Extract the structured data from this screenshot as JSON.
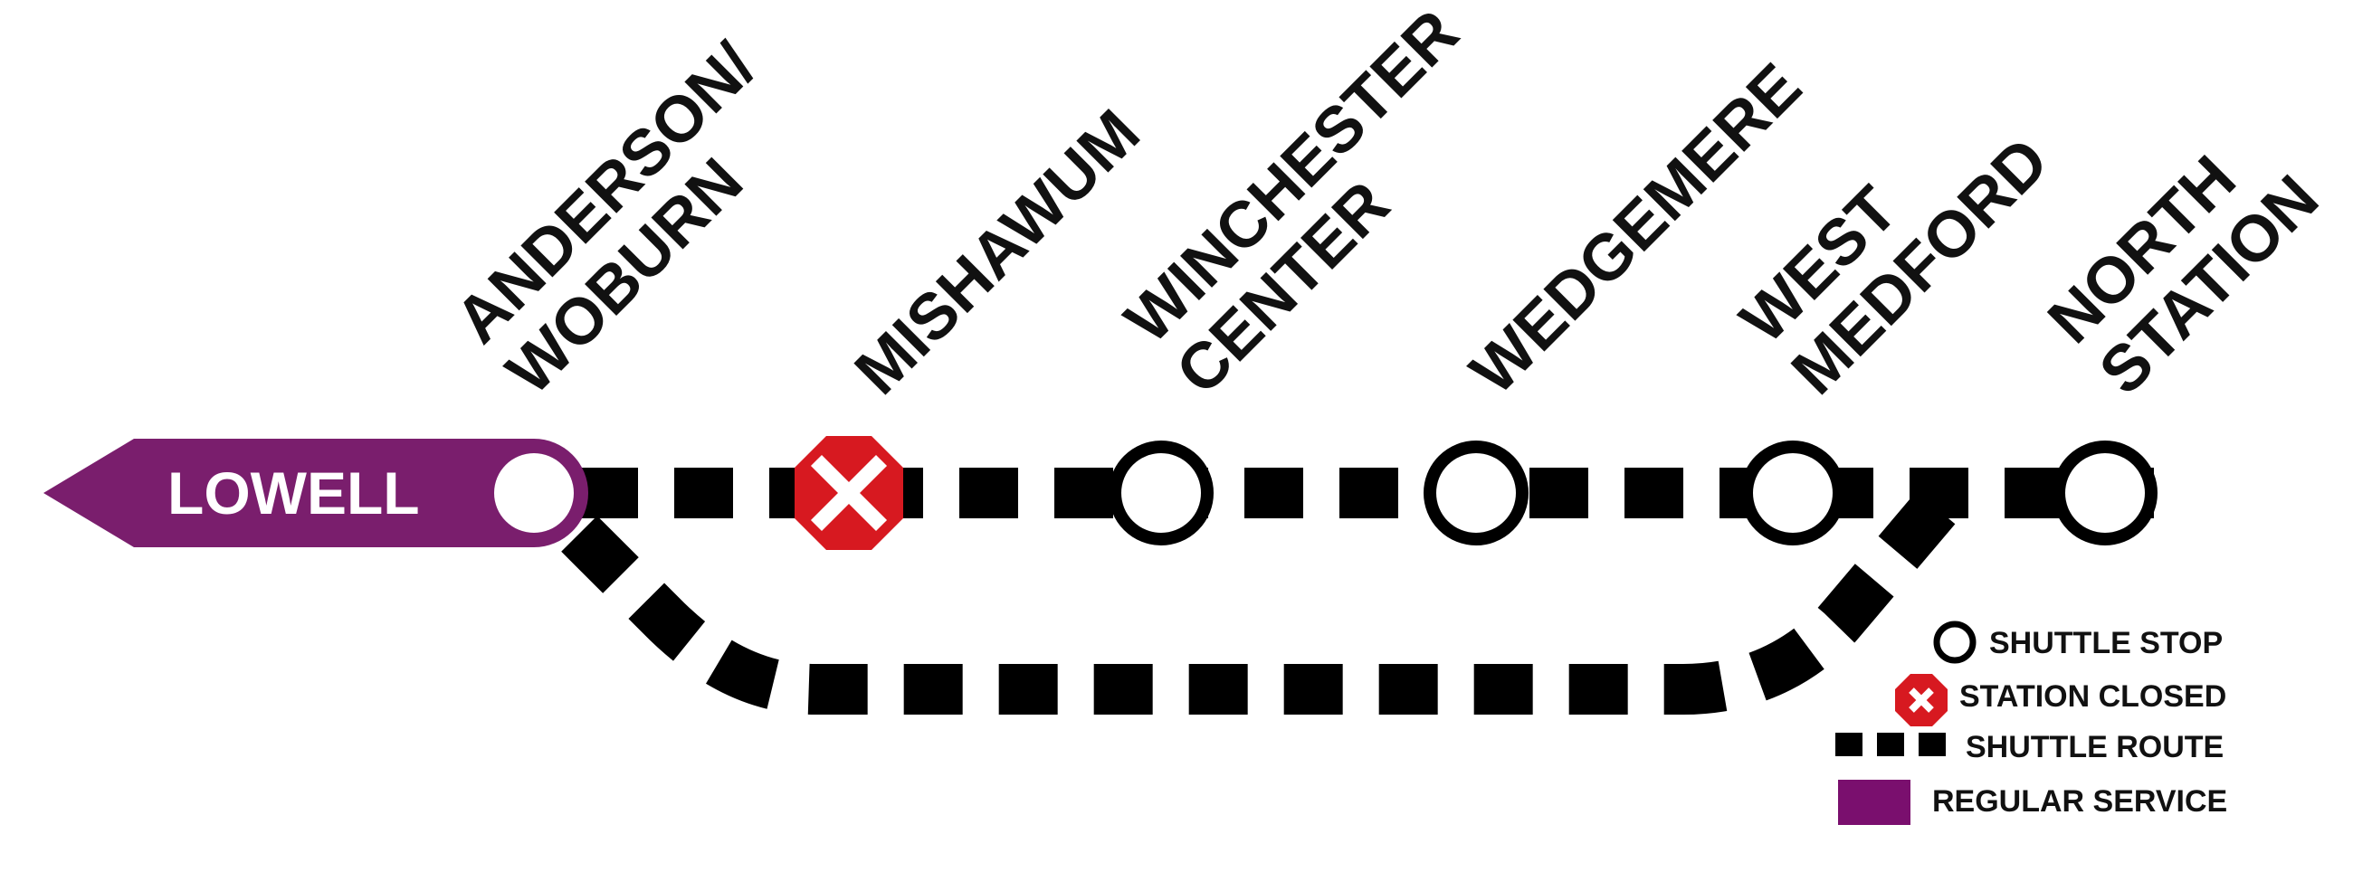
{
  "colors": {
    "regular_service": "#7a1e6d",
    "closed": "#d71920",
    "route": "#000000"
  },
  "terminal": {
    "label": "LOWELL"
  },
  "stations": [
    {
      "line1": "ANDERSON/",
      "line2": "WOBURN",
      "status": "shuttle-stop"
    },
    {
      "line1": "MISHAWUM",
      "line2": "",
      "status": "closed"
    },
    {
      "line1": "WINCHESTER",
      "line2": "CENTER",
      "status": "shuttle-stop"
    },
    {
      "line1": "WEDGEMERE",
      "line2": "",
      "status": "shuttle-stop"
    },
    {
      "line1": "WEST",
      "line2": "MEDFORD",
      "status": "shuttle-stop"
    },
    {
      "line1": "NORTH",
      "line2": "STATION",
      "status": "shuttle-stop"
    }
  ],
  "legend": {
    "shuttle_stop": "SHUTTLE STOP",
    "station_closed": "STATION CLOSED",
    "shuttle_route": "SHUTTLE ROUTE",
    "regular_service": "REGULAR SERVICE"
  }
}
